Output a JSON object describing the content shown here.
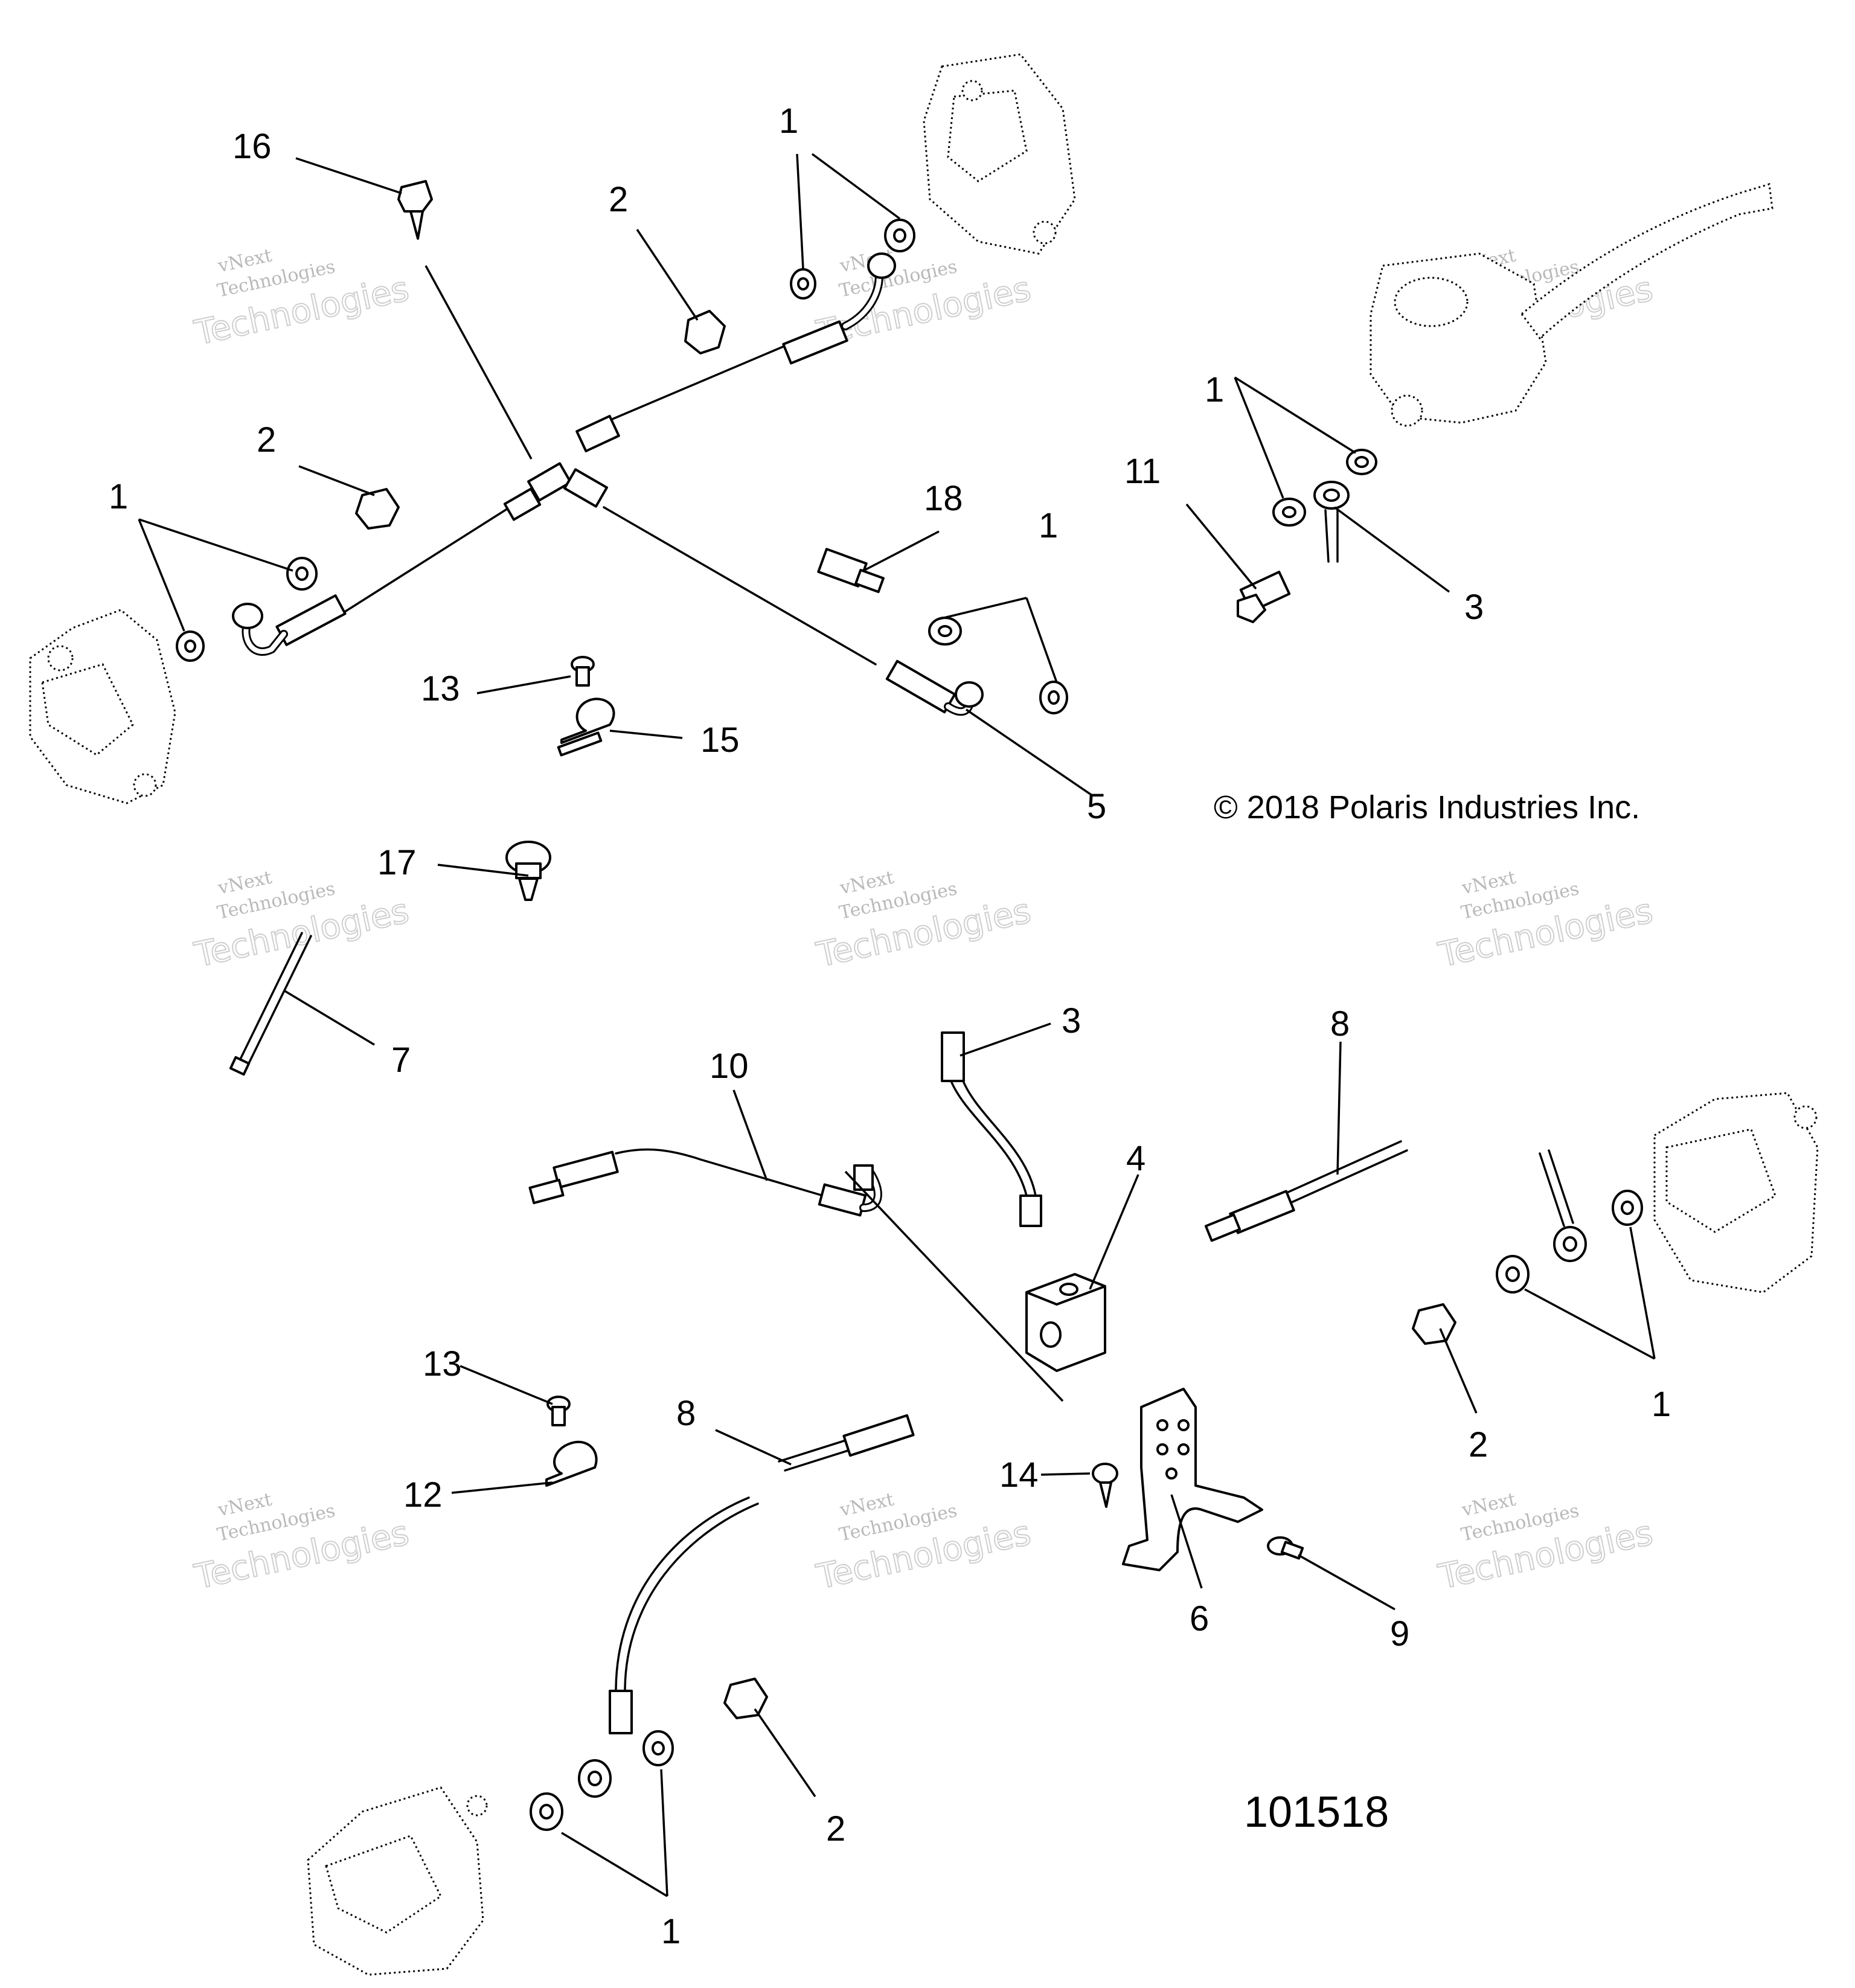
{
  "watermark": {
    "line1": "vNext",
    "line2": "Technologies",
    "line3": "Technologies"
  },
  "copyright": "© 2018 Polaris Industries Inc.",
  "diagram_code": "101518",
  "callouts": [
    {
      "id": "c16",
      "label": "16"
    },
    {
      "id": "c1a",
      "label": "1"
    },
    {
      "id": "c2a",
      "label": "2"
    },
    {
      "id": "c2b",
      "label": "2"
    },
    {
      "id": "c1b",
      "label": "1"
    },
    {
      "id": "c18",
      "label": "18"
    },
    {
      "id": "c1c",
      "label": "1"
    },
    {
      "id": "c1d",
      "label": "1"
    },
    {
      "id": "c11",
      "label": "11"
    },
    {
      "id": "c3a",
      "label": "3"
    },
    {
      "id": "c13a",
      "label": "13"
    },
    {
      "id": "c15",
      "label": "15"
    },
    {
      "id": "c5",
      "label": "5"
    },
    {
      "id": "c17",
      "label": "17"
    },
    {
      "id": "c7",
      "label": "7"
    },
    {
      "id": "c3b",
      "label": "3"
    },
    {
      "id": "c10",
      "label": "10"
    },
    {
      "id": "c8a",
      "label": "8"
    },
    {
      "id": "c4",
      "label": "4"
    },
    {
      "id": "c13b",
      "label": "13"
    },
    {
      "id": "c8b",
      "label": "8"
    },
    {
      "id": "c12",
      "label": "12"
    },
    {
      "id": "c14",
      "label": "14"
    },
    {
      "id": "c2c",
      "label": "2"
    },
    {
      "id": "c1e",
      "label": "1"
    },
    {
      "id": "c6",
      "label": "6"
    },
    {
      "id": "c9",
      "label": "9"
    },
    {
      "id": "c2d",
      "label": "2"
    },
    {
      "id": "c1f",
      "label": "1"
    }
  ]
}
